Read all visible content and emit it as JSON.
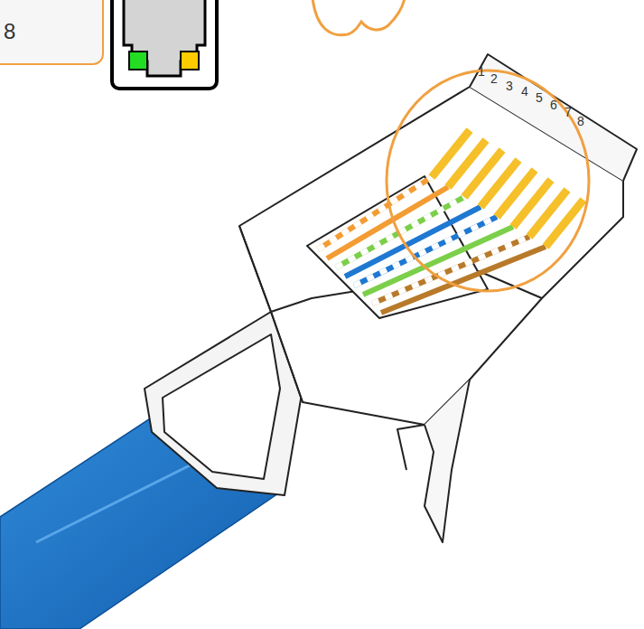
{
  "diagram": {
    "nodes": [
      {
        "text": [
          "8"
        ]
      }
    ],
    "labels": [
      "1",
      "2",
      "3",
      "4",
      "5",
      "6",
      "7",
      "8"
    ]
  }
}
